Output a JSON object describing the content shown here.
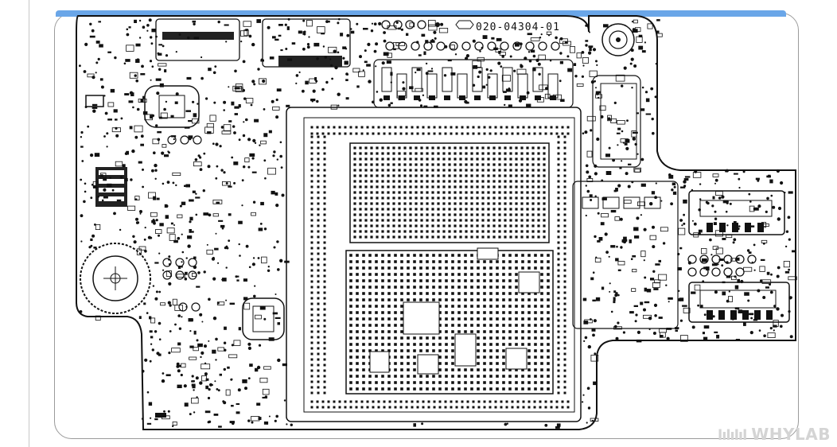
{
  "viewer": {
    "title_line": "",
    "accent_color": "#6aa6e8",
    "frame_color": "#9a9a9a"
  },
  "board": {
    "part_number": "020-04304-01",
    "trace_color": "#111111",
    "background": "#ffffff"
  },
  "watermark": {
    "mark": "lılılıl",
    "text": "WHYLAB"
  }
}
